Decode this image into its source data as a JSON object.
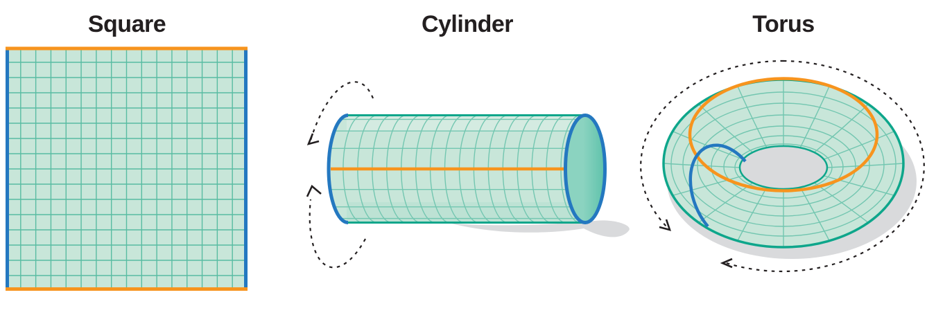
{
  "panels": [
    {
      "id": "square",
      "title": "Square"
    },
    {
      "id": "cylinder",
      "title": "Cylinder"
    },
    {
      "id": "torus",
      "title": "Torus"
    }
  ],
  "colors": {
    "orange": "#f7941e",
    "blue": "#2478c0",
    "tealDark": "#0ea68b",
    "tealGrid": "#58bca2",
    "tealGridLight": "#72c6b0",
    "surface": "#c8e6d9",
    "cap": "#5ec2ab",
    "capLight": "#8bd3c0",
    "shadow": "#d9dadc",
    "ink": "#231f20",
    "background": "#ffffff"
  },
  "figures": {
    "square": {
      "grid": {
        "columns": 16,
        "rows": 16
      },
      "edges": {
        "top": "orange",
        "bottom": "orange",
        "left": "blue",
        "right": "blue"
      }
    },
    "cylinder": {
      "grid": {
        "vertical_lines": 16,
        "horizontal_lines": 6
      },
      "seam": "orange",
      "rim": "blue",
      "rotation_arrows": 2
    },
    "torus": {
      "grid": {
        "spokes": 16,
        "rings": 6
      },
      "longitude_circle": "orange",
      "meridian_circle": "blue",
      "rotation_arrows": 2
    }
  }
}
